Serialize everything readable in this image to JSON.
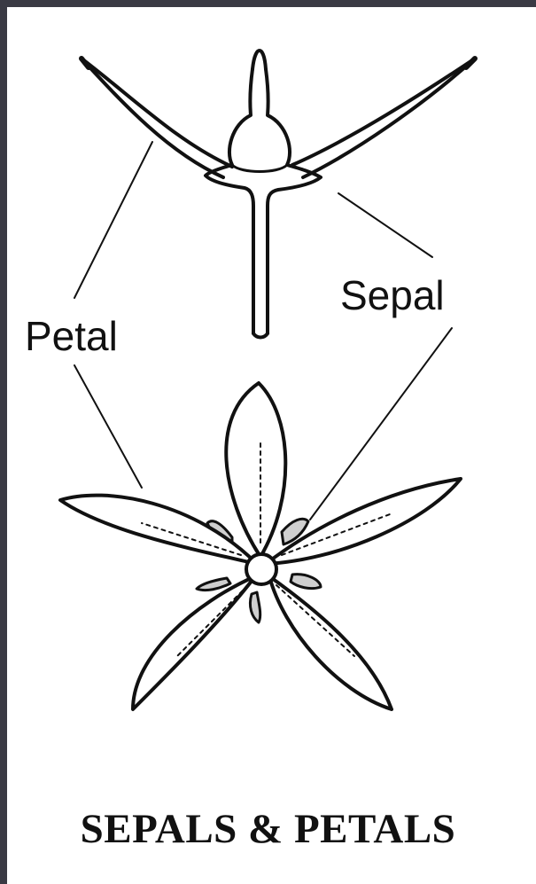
{
  "labels": {
    "sepal": "Sepal",
    "petal": "Petal"
  },
  "caption": "SEPALS & PETALS",
  "colors": {
    "background": "#ffffff",
    "ink": "#111111",
    "frame": "#3a3a44"
  }
}
